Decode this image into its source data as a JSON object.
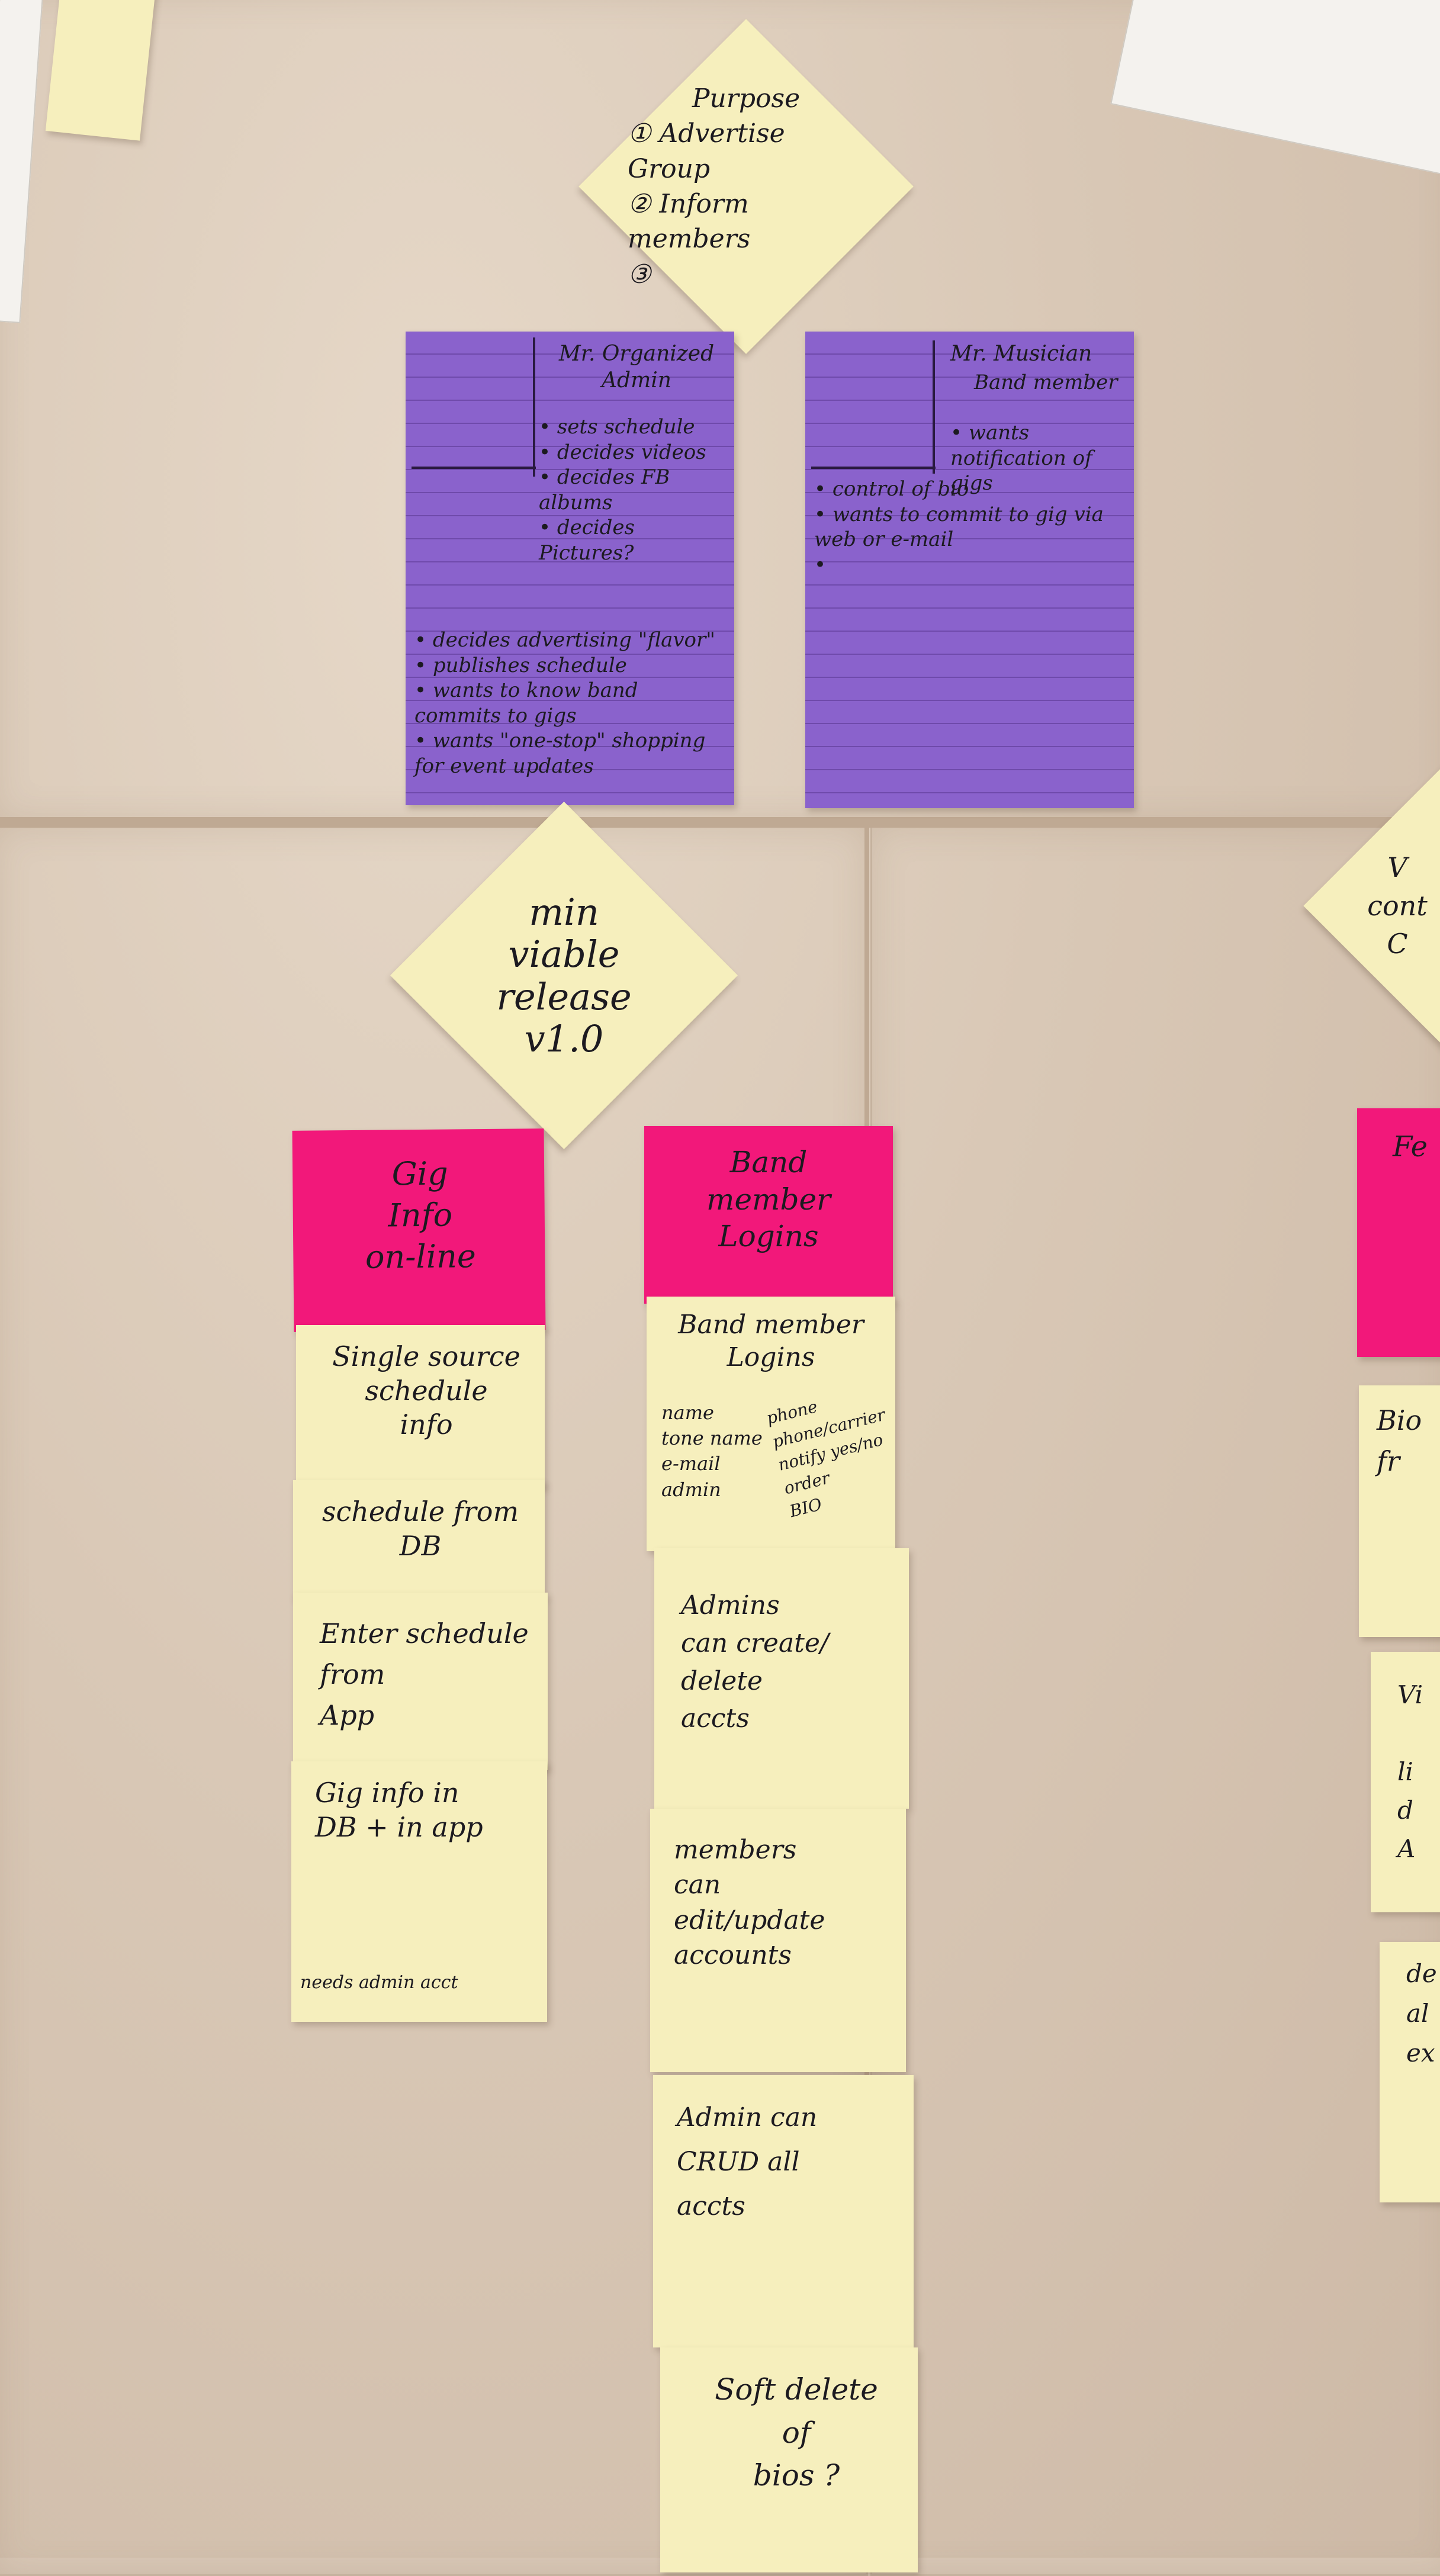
{
  "purpose_note": {
    "title": "Purpose",
    "lines": [
      "① Advertise Group",
      "② Inform members",
      "③"
    ]
  },
  "persona_admin": {
    "name": "Mr. Organized Admin",
    "bullets_top": "• sets schedule\n• decides videos\n• decides FB albums\n• decides Pictures?",
    "bullets_bottom": "• decides advertising \"flavor\"\n• publishes schedule\n• wants to know band commits to gigs\n• wants \"one-stop\" shopping for event updates"
  },
  "persona_musician": {
    "name": "Mr. Musician",
    "role": "Band member",
    "bullets_side": "• wants notification of gigs",
    "bullets_bottom": "• control of bio\n• wants to commit to gig via web or e-mail\n•"
  },
  "release_note": {
    "text": "min\nviable\nrelease\nv1.0"
  },
  "right_diamond": {
    "text": "V\ncont\nC"
  },
  "column1": {
    "header": "Gig\nInfo\non-line",
    "cards": [
      "Single source\nschedule\ninfo",
      "schedule from\nDB",
      "Enter schedule\nfrom\nApp",
      "Gig info in\nDB + in app"
    ],
    "footnote": "needs admin acct"
  },
  "column2": {
    "header": "Band\nmember\nLogins",
    "login_card": {
      "title": "Band member\nLogins",
      "fields_left": "name\ntone name\ne-mail\nadmin",
      "fields_right": "phone\nphone/carrier\nnotify yes/no order\nBIO"
    },
    "cards": [
      "Admins\ncan create/\ndelete\naccts",
      "members\ncan\nedit/update\naccounts",
      "Admin can\nCRUD all\naccts",
      "Soft delete\nof\nbios ?"
    ]
  },
  "column3_partial": {
    "header": "Fe",
    "cards": [
      "Bio\nfr",
      "Vi\n\nli\nd\nA",
      "de\nal\nex"
    ]
  },
  "colors": {
    "sticky_yellow": "#f6efbd",
    "sticky_pink": "#f2187a",
    "index_purple": "#8a62cc",
    "wall": "#d8c7b6"
  }
}
